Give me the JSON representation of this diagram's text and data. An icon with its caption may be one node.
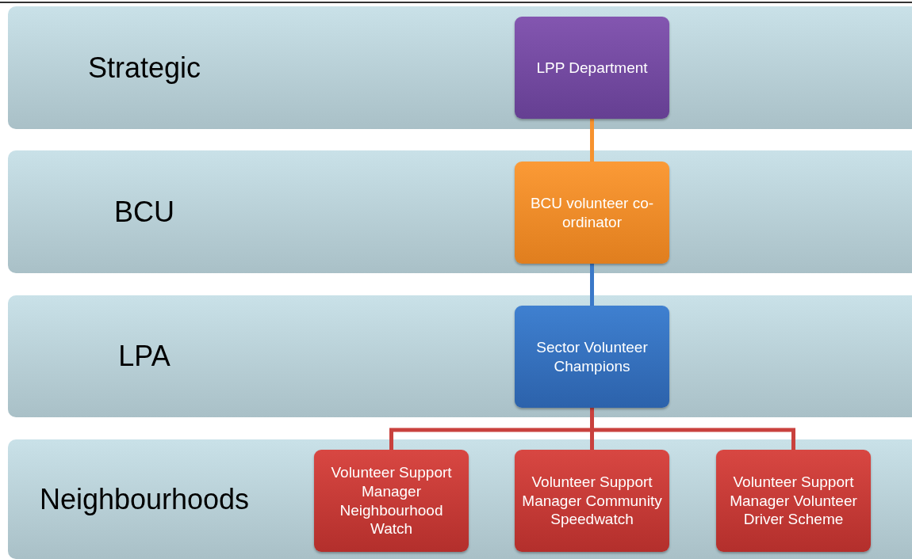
{
  "diagram": {
    "nodes": [
      {
        "text": [
          "Strategic"
        ]
      },
      {
        "text": [
          "LPP Department"
        ],
        "in": 0
      },
      {
        "text": [
          "BCU"
        ]
      },
      {
        "text": [
          "BCU  volunteer co-ordinator"
        ],
        "in": 2
      },
      {
        "text": [
          "LPA"
        ]
      },
      {
        "text": [
          "Sector Volunteer Champions"
        ],
        "in": 4
      },
      {
        "text": [
          "Neighbourhoods"
        ]
      },
      {
        "text": [
          "Volunteer Support Manager Neighbourhood Watch"
        ],
        "in": 6
      },
      {
        "text": [
          "Volunteer Support Manager Community Speedwatch"
        ],
        "in": 6
      },
      {
        "text": [
          "Volunteer Support Manager Volunteer Driver Scheme"
        ],
        "in": 6
      }
    ],
    "edges": [
      {
        "from": 1,
        "to": 3,
        "arrow": "none",
        "color": "#f7922e"
      },
      {
        "from": 3,
        "to": 5,
        "arrow": "none",
        "color": "#3a78c8"
      },
      {
        "from": 5,
        "to": 7,
        "arrow": "none",
        "color": "#c9413d"
      },
      {
        "from": 5,
        "to": 8,
        "arrow": "none",
        "color": "#c9413d"
      },
      {
        "from": 5,
        "to": 9,
        "arrow": "none",
        "color": "#c9413d"
      }
    ]
  }
}
